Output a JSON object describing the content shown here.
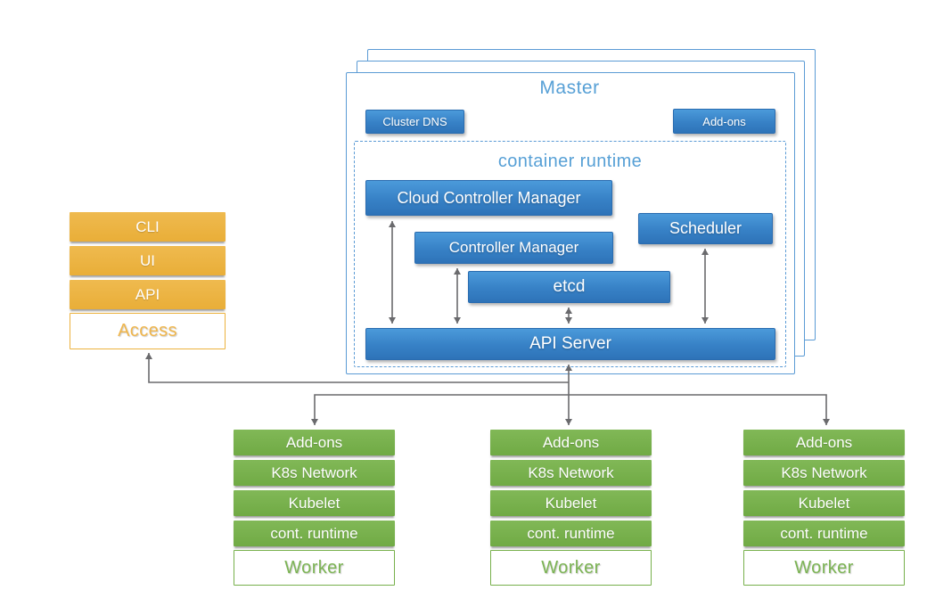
{
  "colors": {
    "component_blue": "#3781c6",
    "master_border_blue": "#5b9bd5",
    "title_blue": "#57a0d6",
    "access_orange": "#ecb23e",
    "worker_green": "#77b04b",
    "connector_gray": "#6a6a6d"
  },
  "access_stack": {
    "rows": [
      "CLI",
      "UI",
      "API"
    ],
    "label": "Access"
  },
  "master": {
    "title": "Master",
    "buttons": {
      "cluster_dns": "Cluster DNS",
      "addons": "Add-ons"
    },
    "runtime": {
      "title": "container runtime",
      "cloud_controller_manager": "Cloud Controller Manager",
      "controller_manager": "Controller Manager",
      "scheduler": "Scheduler",
      "etcd": "etcd",
      "api_server": "API Server"
    }
  },
  "workers": [
    {
      "rows": [
        "Add-ons",
        "K8s Network",
        "Kubelet",
        "cont. runtime"
      ],
      "label": "Worker"
    },
    {
      "rows": [
        "Add-ons",
        "K8s Network",
        "Kubelet",
        "cont. runtime"
      ],
      "label": "Worker"
    },
    {
      "rows": [
        "Add-ons",
        "K8s Network",
        "Kubelet",
        "cont. runtime"
      ],
      "label": "Worker"
    }
  ]
}
